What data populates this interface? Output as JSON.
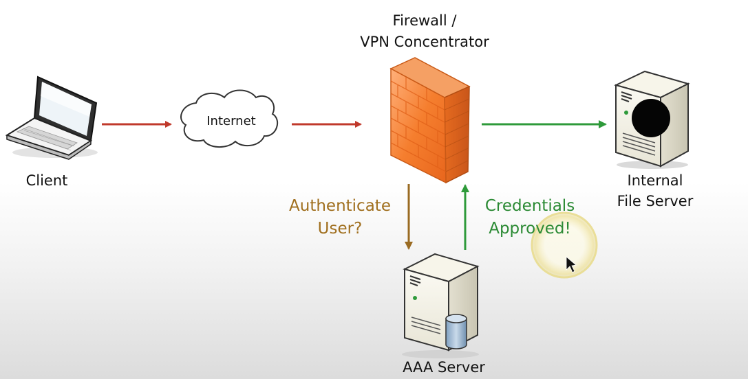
{
  "nodes": {
    "client": "Client",
    "internet": "Internet",
    "firewall_line1": "Firewall /",
    "firewall_line2": "VPN Concentrator",
    "file_server_line1": "Internal",
    "file_server_line2": "File Server",
    "aaa_server": "AAA Server"
  },
  "flows": {
    "authenticate_line1": "Authenticate",
    "authenticate_line2": "User?",
    "approved_line1": "Credentials",
    "approved_line2": "Approved!"
  },
  "colors": {
    "red_arrow": "#c0392b",
    "green_arrow": "#2e9a3a",
    "brown_arrow": "#9a6b22",
    "firewall": "#f07a2a",
    "cursor_highlight": "#f2e7a0"
  },
  "icons": [
    "laptop-icon",
    "cloud-icon",
    "firewall-icon",
    "server-icon",
    "database-server-icon",
    "cursor-icon"
  ]
}
